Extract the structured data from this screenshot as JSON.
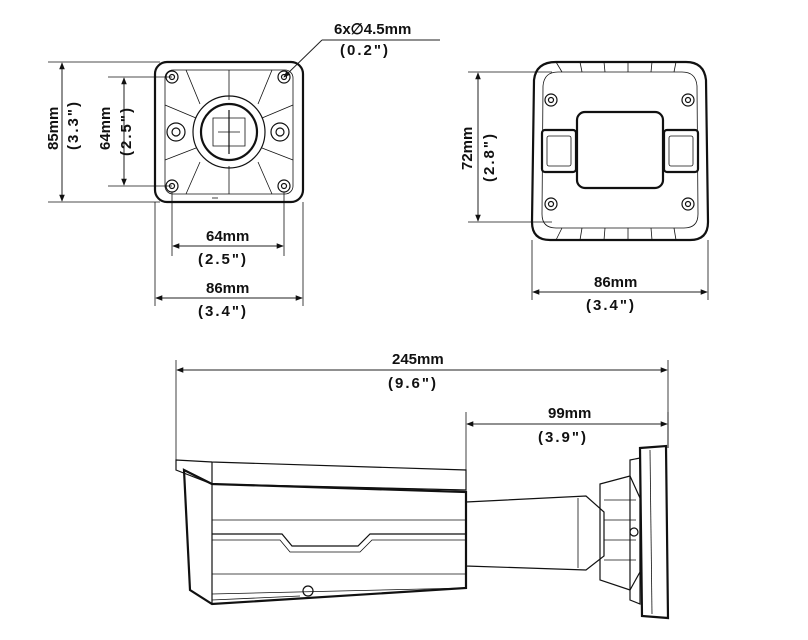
{
  "front_view": {
    "hole_spec": {
      "count_dia": "6x∅4.5mm",
      "inch": "(0.2\")"
    },
    "height_outer": {
      "mm": "85mm",
      "inch": "(3.3\")"
    },
    "height_inner": {
      "mm": "64mm",
      "inch": "(2.5\")"
    },
    "width_inner": {
      "mm": "64mm",
      "inch": "(2.5\")"
    },
    "width_outer": {
      "mm": "86mm",
      "inch": "(3.4\")"
    }
  },
  "rear_view": {
    "height": {
      "mm": "72mm",
      "inch": "(2.8\")"
    },
    "width": {
      "mm": "86mm",
      "inch": "(3.4\")"
    }
  },
  "side_view": {
    "length": {
      "mm": "245mm",
      "inch": "(9.6\")"
    },
    "bracket": {
      "mm": "99mm",
      "inch": "(3.9\")"
    }
  }
}
